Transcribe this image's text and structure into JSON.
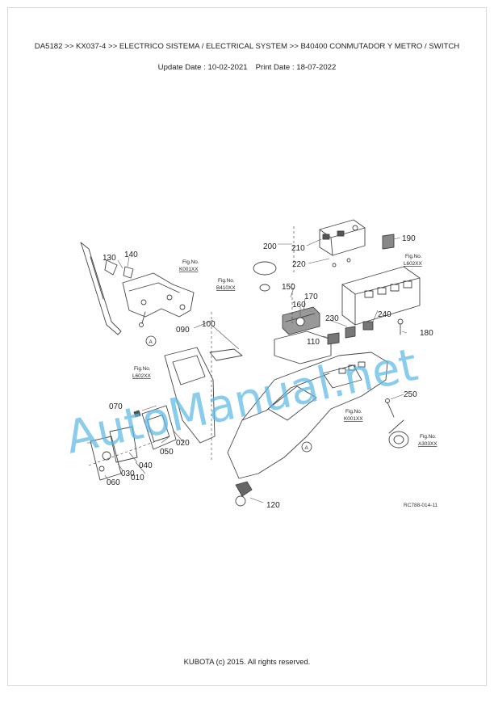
{
  "header": {
    "breadcrumb": "DA5182 >> KX037-4 >> ELECTRICO SISTEMA / ELECTRICAL SYSTEM >> B40400   CONMUTADOR Y METRO / SWITCH",
    "update_date": "Update Date : 10-02-2021",
    "print_date": "Print Date : 18-07-2022"
  },
  "diagram": {
    "callouts": [
      "010",
      "020",
      "030",
      "040",
      "050",
      "060",
      "070",
      "090",
      "100",
      "110",
      "120",
      "130",
      "140",
      "150",
      "160",
      "170",
      "180",
      "190",
      "200",
      "210",
      "220",
      "230",
      "240",
      "250"
    ],
    "fig_refs": [
      {
        "fig": "Fig.No.",
        "code": "K001XX"
      },
      {
        "fig": "Fig.No.",
        "code": "B410XX"
      },
      {
        "fig": "Fig.No.",
        "code": "L602XX"
      },
      {
        "fig": "Fig.No.",
        "code": "L602XX"
      },
      {
        "fig": "Fig.No.",
        "code": "K001XX"
      },
      {
        "fig": "Fig.No.",
        "code": "A303XX"
      }
    ],
    "view_markers": [
      "A",
      "A"
    ],
    "drawing_id": "RC788-014-11",
    "watermark": "AutoManual.net"
  },
  "footer": {
    "copyright": "KUBOTA (c) 2015. All rights reserved."
  }
}
